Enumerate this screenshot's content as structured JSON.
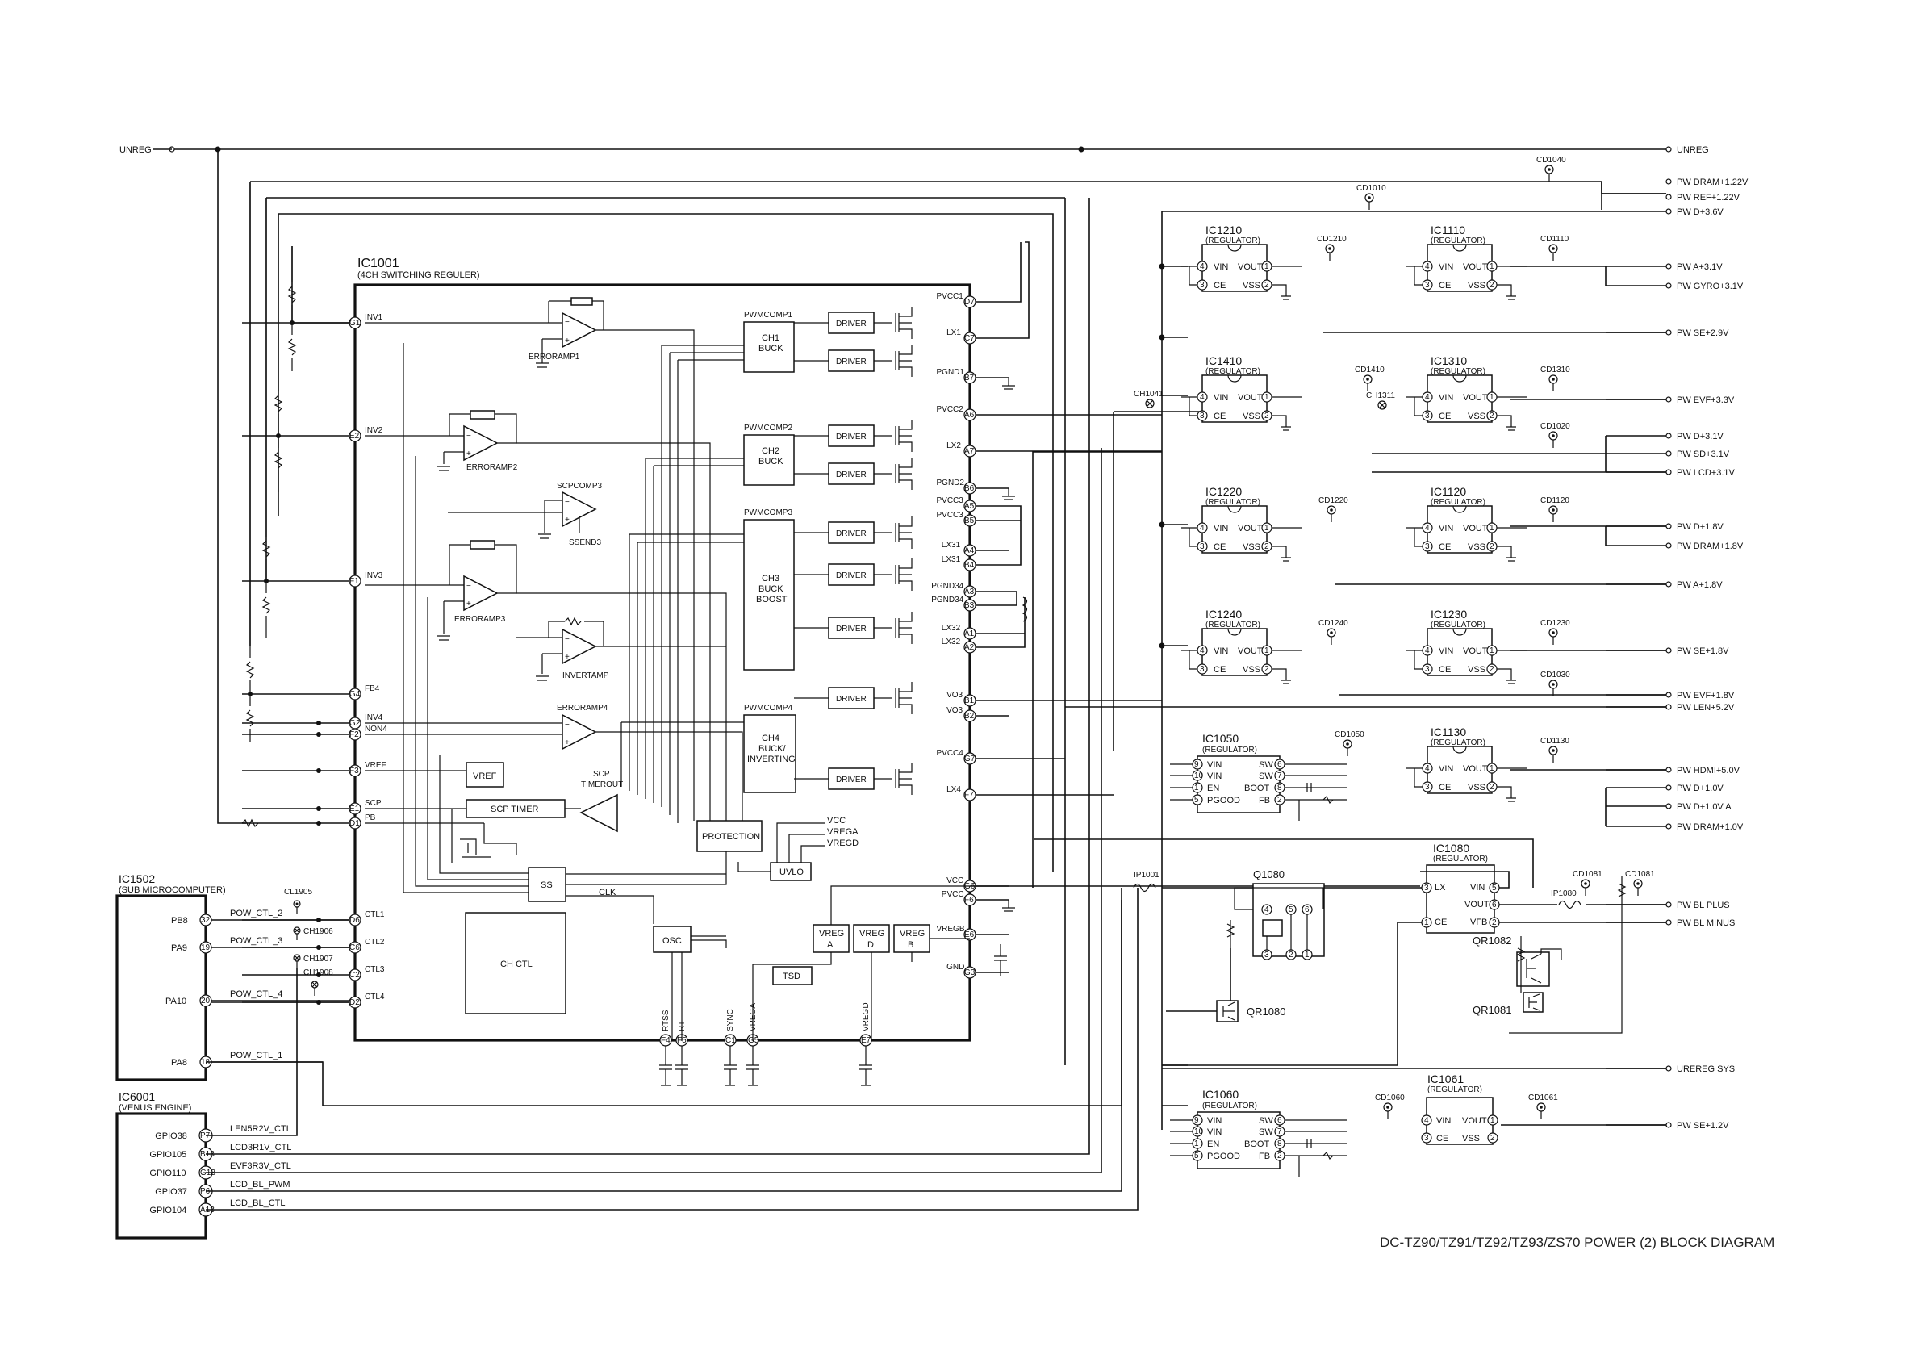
{
  "footer": {
    "title": "DC-TZ90/TZ91/TZ92/TZ93/ZS70 POWER (2) BLOCK DIAGRAM"
  },
  "inputs": {
    "unreg_in": "UNREG"
  },
  "ic1001": {
    "name": "IC1001",
    "desc": "(4CH SWITCHING REGULER)",
    "left_pins": [
      {
        "pin": "G1",
        "sig": "INV1"
      },
      {
        "pin": "E2",
        "sig": "INV2"
      },
      {
        "pin": "F1",
        "sig": "INV3"
      },
      {
        "pin": "G4",
        "sig": "FB4"
      },
      {
        "pin": "G2",
        "sig": "INV4"
      },
      {
        "pin": "F2",
        "sig": "NON4"
      },
      {
        "pin": "F3",
        "sig": "VREF"
      },
      {
        "pin": "E1",
        "sig": "SCP"
      },
      {
        "pin": "D1",
        "sig": "PB"
      },
      {
        "pin": "D6",
        "sig": "CTL1"
      },
      {
        "pin": "C6",
        "sig": "CTL2"
      },
      {
        "pin": "C2",
        "sig": "CTL3"
      },
      {
        "pin": "D2",
        "sig": "CTL4"
      }
    ],
    "right_pins": [
      {
        "pin": "D7",
        "sig": "PVCC1"
      },
      {
        "pin": "C7",
        "sig": "LX1"
      },
      {
        "pin": "B7",
        "sig": "PGND1"
      },
      {
        "pin": "A6",
        "sig": "PVCC2"
      },
      {
        "pin": "A7",
        "sig": "LX2"
      },
      {
        "pin": "B6",
        "sig": "PGND2"
      },
      {
        "pin": "A5",
        "sig": "PVCC3"
      },
      {
        "pin": "B5",
        "sig": "PVCC3"
      },
      {
        "pin": "A4",
        "sig": "LX31"
      },
      {
        "pin": "B4",
        "sig": "LX31"
      },
      {
        "pin": "A3",
        "sig": "PGND34"
      },
      {
        "pin": "B3",
        "sig": "PGND34"
      },
      {
        "pin": "A1",
        "sig": "LX32"
      },
      {
        "pin": "A2",
        "sig": "LX32"
      },
      {
        "pin": "B1",
        "sig": "VO3"
      },
      {
        "pin": "B2",
        "sig": "VO3"
      },
      {
        "pin": "G7",
        "sig": "PVCC4"
      },
      {
        "pin": "F7",
        "sig": "LX4"
      },
      {
        "pin": "G6",
        "sig": "VCC"
      },
      {
        "pin": "F6",
        "sig": "PVCC"
      },
      {
        "pin": "E6",
        "sig": "VREGB"
      },
      {
        "pin": "G3",
        "sig": "GND"
      }
    ],
    "bottom_pins": [
      {
        "pin": "F4",
        "sig": "RTSS"
      },
      {
        "pin": "F5",
        "sig": "RT"
      },
      {
        "pin": "C1",
        "sig": "SYNC"
      },
      {
        "pin": "G5",
        "sig": "VREGA"
      },
      {
        "pin": "E7",
        "sig": "VREGD"
      }
    ],
    "blocks": {
      "erroramp1": "ERRORAMP1",
      "erroramp2": "ERRORAMP2",
      "erroramp3": "ERRORAMP3",
      "erroramp4": "ERRORAMP4",
      "scpcomp3": "SCPCOMP3",
      "ssend3": "SSEND3",
      "invertamp": "INVERTAMP",
      "pwmcomp1": "PWMCOMP1",
      "pwmcomp2": "PWMCOMP2",
      "pwmcomp3": "PWMCOMP3",
      "pwmcomp4": "PWMCOMP4",
      "ch1": "CH1",
      "ch1b": "BUCK",
      "ch2": "CH2",
      "ch2b": "BUCK",
      "ch3": "CH3",
      "ch3b": "BUCK",
      "ch3c": "BOOST",
      "ch4": "CH4",
      "ch4b": "BUCK/",
      "ch4c": "INVERTING",
      "driver": "DRIVER",
      "vref": "VREF",
      "scp_timer": "SCP TIMER",
      "scp": "SCP",
      "timerout": "TIMEROUT",
      "protection": "PROTECTION",
      "uvlo": "UVLO",
      "ss": "SS",
      "clk": "CLK",
      "osc": "OSC",
      "ch_ctl": "CH CTL",
      "vcc": "VCC",
      "vrega": "VREGA",
      "vregd": "VREGD",
      "vreg_a1": "VREG",
      "vreg_a2": "A",
      "vreg_d1": "VREG",
      "vreg_d2": "D",
      "vreg_b1": "VREG",
      "vreg_b2": "B",
      "tsd": "TSD"
    }
  },
  "ic1502": {
    "name": "IC1502",
    "desc": "(SUB MICROCOMPUTER)",
    "pins": [
      {
        "port": "PB8",
        "pin": "32",
        "sig": "POW_CTL_2"
      },
      {
        "port": "PA9",
        "pin": "19",
        "sig": "POW_CTL_3"
      },
      {
        "port": "PA10",
        "pin": "20",
        "sig": "POW_CTL_4"
      },
      {
        "port": "PA8",
        "pin": "18",
        "sig": "POW_CTL_1"
      }
    ]
  },
  "ic6001": {
    "name": "IC6001",
    "desc": "(VENUS ENGINE)",
    "pins": [
      {
        "port": "GPIO38",
        "pin": "P7",
        "sig": "LEN5R2V_CTL"
      },
      {
        "port": "GPIO105",
        "pin": "B13",
        "sig": "LCD3R1V_CTL"
      },
      {
        "port": "GPIO110",
        "pin": "G13",
        "sig": "EVF3R3V_CTL"
      },
      {
        "port": "GPIO37",
        "pin": "P6",
        "sig": "LCD_BL_PWM"
      },
      {
        "port": "GPIO104",
        "pin": "A13",
        "sig": "LCD_BL_CTL"
      }
    ]
  },
  "testpoints": {
    "cl1905": "CL1905",
    "ch1906": "CH1906",
    "ch1907": "CH1907",
    "ch1908": "CH1908",
    "ch1041": "CH1041",
    "ch1311": "CH1311",
    "cd1010": "CD1010",
    "cd1040": "CD1040",
    "cd1210": "CD1210",
    "cd1110": "CD1110",
    "cd1410": "CD1410",
    "cd1310": "CD1310",
    "cd1020": "CD1020",
    "cd1220": "CD1220",
    "cd1120": "CD1120",
    "cd1240": "CD1240",
    "cd1230": "CD1230",
    "cd1030": "CD1030",
    "cd1050": "CD1050",
    "cd1130": "CD1130",
    "cd1081a": "CD1081",
    "cd1081b": "CD1081",
    "cd1060": "CD1060",
    "cd1061": "CD1061",
    "ip1001": "IP1001",
    "ip1080": "IP1080"
  },
  "regulators": {
    "reg_word": "(REGULATOR)",
    "ic1210": "IC1210",
    "ic1110": "IC1110",
    "ic1410": "IC1410",
    "ic1310": "IC1310",
    "ic1220": "IC1220",
    "ic1120": "IC1120",
    "ic1240": "IC1240",
    "ic1230": "IC1230",
    "ic1130": "IC1130",
    "ic1050": "IC1050",
    "ic1060": "IC1060",
    "ic1061": "IC1061",
    "ic1080": "IC1080",
    "vin": "VIN",
    "vout": "VOUT",
    "ce": "CE",
    "vss": "VSS",
    "p4": "4",
    "p1": "1",
    "p3": "3",
    "p2": "2",
    "sw": "SW",
    "boot": "BOOT",
    "fb": "FB",
    "en": "EN",
    "pgood": "PGOOD",
    "p9": "9",
    "p10": "10",
    "p6": "6",
    "p7": "7",
    "p8": "8",
    "p5": "5",
    "lx": "LX",
    "vfb": "VFB"
  },
  "transistors": {
    "q1080": "Q1080",
    "qr1080": "QR1080",
    "qr1081": "QR1081",
    "qr1082": "QR1082"
  },
  "outputs": [
    "UNREG",
    "PW DRAM+1.22V",
    "PW REF+1.22V",
    "PW D+3.6V",
    "PW A+3.1V",
    "PW GYRO+3.1V",
    "PW SE+2.9V",
    "PW EVF+3.3V",
    "PW D+3.1V",
    "PW SD+3.1V",
    "PW LCD+3.1V",
    "PW D+1.8V",
    "PW DRAM+1.8V",
    "PW A+1.8V",
    "PW SE+1.8V",
    "PW EVF+1.8V",
    "PW LEN+5.2V",
    "PW HDMI+5.0V",
    "PW D+1.0V",
    "PW D+1.0V A",
    "PW DRAM+1.0V",
    "PW BL PLUS",
    "PW BL MINUS",
    "UREREG SYS",
    "PW SE+1.2V"
  ]
}
